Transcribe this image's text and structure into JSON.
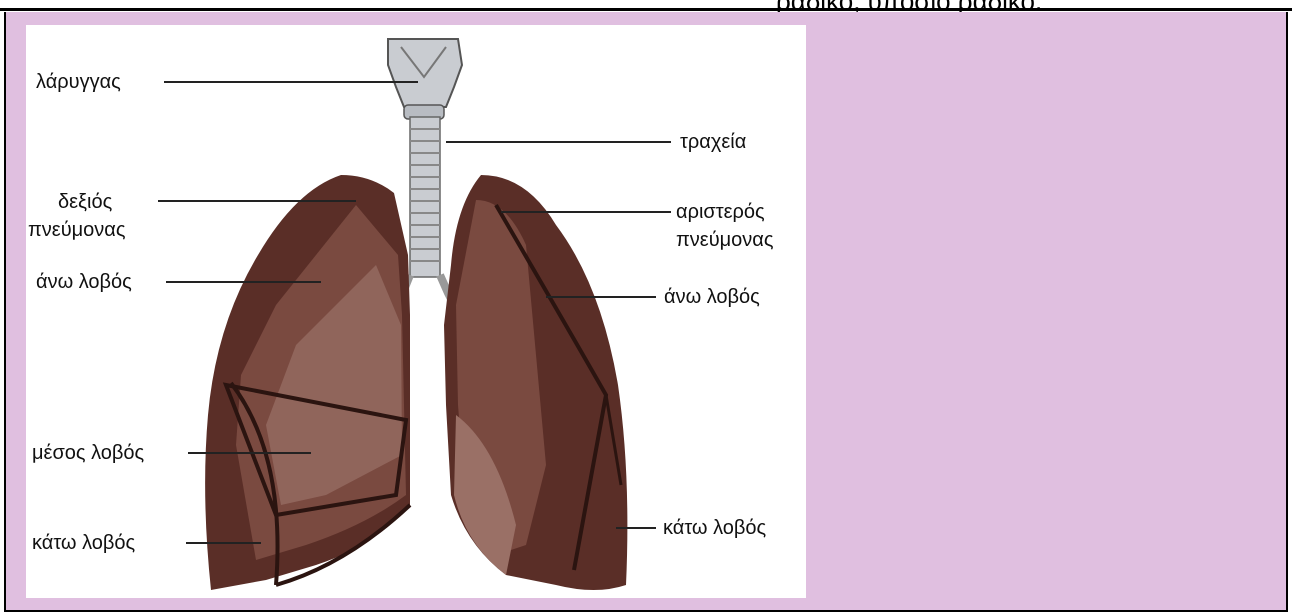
{
  "header": {
    "fragment_text": "ραδικό, υπόσιο ραδικό."
  },
  "figure": {
    "labels": {
      "larynx": "λάρυγγας",
      "trachea": "τραχεία",
      "right_lung_line1": "δεξιός",
      "right_lung_line2": "πνεύμονας",
      "left_lung_line1": "αριστερός",
      "left_lung_line2": "πνεύμονας",
      "right_upper_lobe": "άνω λοβός",
      "left_upper_lobe": "άνω λοβός",
      "middle_lobe": "μέσος λοβός",
      "right_lower_lobe": "κάτω λοβός",
      "left_lower_lobe": "κάτω λοβός"
    },
    "colors": {
      "panel": "#e0bfe0",
      "lung_dark": "#5a2e27",
      "lung_mid": "#7a4a40",
      "lung_light": "#9a7066",
      "trachea": "#c9ccd1"
    }
  }
}
